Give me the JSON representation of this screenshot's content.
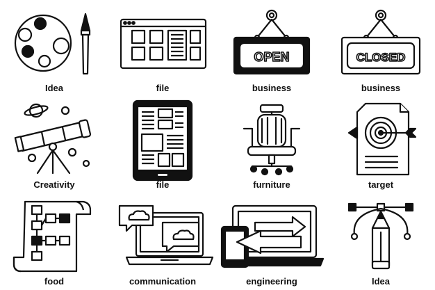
{
  "icons": [
    {
      "label": "Idea",
      "icon": "palette-brush-icon"
    },
    {
      "label": "file",
      "icon": "browser-window-icon"
    },
    {
      "label": "business",
      "icon": "open-sign-icon",
      "sign_text": "OPEN"
    },
    {
      "label": "business",
      "icon": "closed-sign-icon",
      "sign_text": "CLOSED"
    },
    {
      "label": "Creativity",
      "icon": "telescope-icon"
    },
    {
      "label": "file",
      "icon": "tablet-document-icon"
    },
    {
      "label": "furniture",
      "icon": "office-chair-icon"
    },
    {
      "label": "target",
      "icon": "target-document-icon"
    },
    {
      "label": "food",
      "icon": "flowchart-scroll-icon"
    },
    {
      "label": "communication",
      "icon": "laptop-chat-icon"
    },
    {
      "label": "engineering",
      "icon": "devices-sync-icon"
    },
    {
      "label": "Idea",
      "icon": "pen-tool-icon"
    }
  ],
  "colors": {
    "ink": "#111111",
    "paper": "#ffffff"
  }
}
